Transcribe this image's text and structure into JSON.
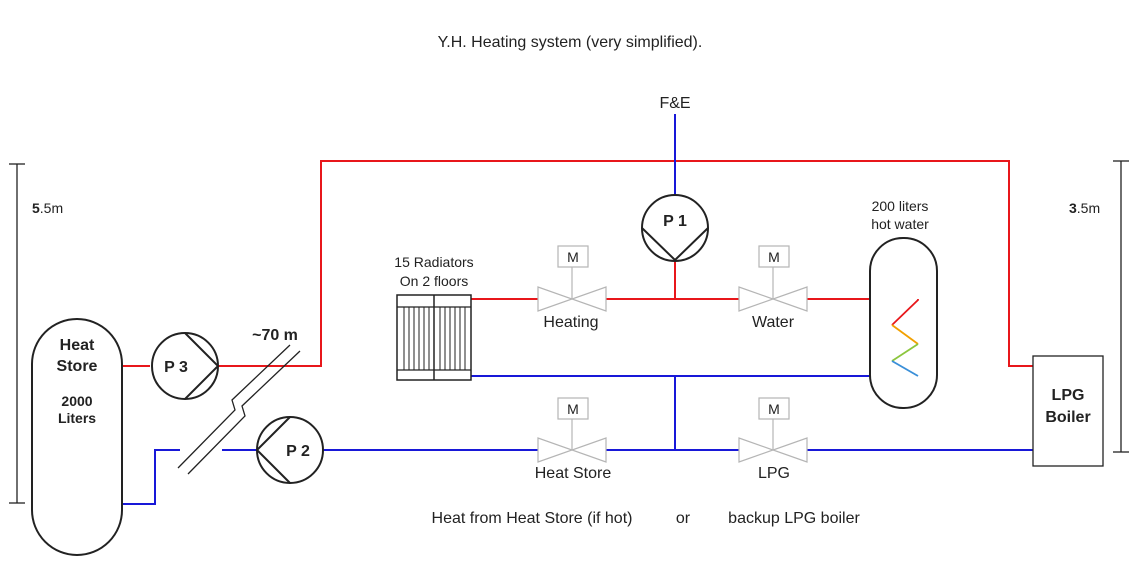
{
  "title": "Y.H. Heating system (very simplified).",
  "labels": {
    "fe": "F&E",
    "heat_store_tank_line1": "Heat",
    "heat_store_tank_line2": "Store",
    "heat_store_capacity_line1": "2000",
    "heat_store_capacity_line2": "Liters",
    "left_height_bold": "5",
    "left_height_rest": ".5m",
    "right_height_bold": "3",
    "right_height_rest": ".5m",
    "distance": "~70 m",
    "radiators_line1": "15 Radiators",
    "radiators_line2": "On 2 floors",
    "hot_water_line1": "200 liters",
    "hot_water_line2": "hot water",
    "boiler_line1": "LPG",
    "boiler_line2": "Boiler",
    "footer_left": "Heat from Heat Store (if hot)",
    "footer_or": "or",
    "footer_right": "backup LPG boiler"
  },
  "pumps": {
    "p1": "P 1",
    "p2": "P 2",
    "p3": "P 3"
  },
  "valves": {
    "motor_label": "M",
    "heating": "Heating",
    "water": "Water",
    "heat_store": "Heat Store",
    "lpg": "LPG"
  },
  "colors": {
    "hot_pipe": "#e8171b",
    "cold_pipe": "#1818d8",
    "valve_outline": "#b5b5b5"
  }
}
